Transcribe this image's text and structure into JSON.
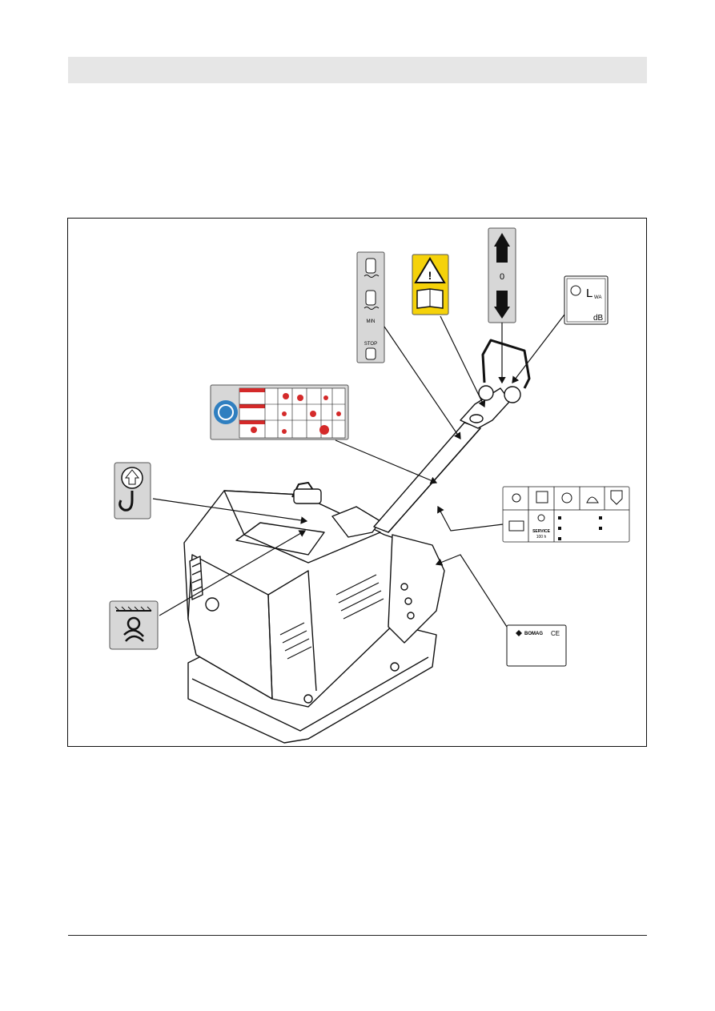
{
  "labels": {
    "speed_min": "MIN",
    "speed_stop": "STOP",
    "direction_zero": "0",
    "sound_power_symbol": "L",
    "sound_power_subscript": "WA",
    "sound_power_unit": "dB",
    "service_title": "SERVICE",
    "service_interval": "100 h",
    "plate_brand": "BOMAG",
    "plate_mark": "CE"
  },
  "colors": {
    "warning_yellow": "#f5d20a",
    "safety_red": "#d42a2a",
    "mandatory_blue": "#2f7fc0",
    "decal_grey": "#d7d7d7"
  }
}
